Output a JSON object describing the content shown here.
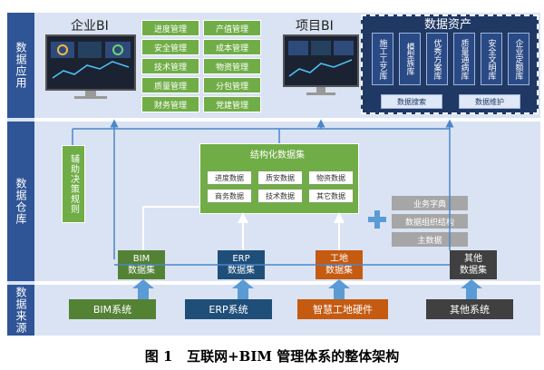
{
  "bands": {
    "application": "数据应用",
    "warehouse": "数据仓库",
    "source": "数据来源"
  },
  "app_layer": {
    "enterprise_bi": "企业BI",
    "enterprise_modules": [
      "进度管理",
      "产值管理",
      "安全管理",
      "成本管理",
      "技术管理",
      "物资管理",
      "质量管理",
      "分包管理",
      "财务管理",
      "党建管理"
    ],
    "project_bi": "项目BI",
    "data_assets": {
      "title": "数据资产",
      "libraries": [
        "施工工艺库",
        "模型族库",
        "优秀方案库",
        "质量通病库",
        "安全文明库",
        "企业定额库"
      ],
      "buttons": [
        "数据搜索",
        "数据维护"
      ]
    }
  },
  "warehouse_layer": {
    "decision_rules": "辅助决策规则",
    "structured_title": "结构化数据集",
    "structured_items": [
      "进度数据",
      "质安数据",
      "物资数据",
      "商务数据",
      "技术数据",
      "其它数据"
    ],
    "unstructured_items": [
      "业务字典",
      "数据组织结构",
      "主数据"
    ],
    "datasets": [
      {
        "line1": "BIM",
        "line2": "数据集",
        "color": "#548235"
      },
      {
        "line1": "ERP",
        "line2": "数据集",
        "color": "#1f4e79"
      },
      {
        "line1": "工地",
        "line2": "数据集",
        "color": "#c55a11"
      },
      {
        "line1": "其他",
        "line2": "数据集",
        "color": "#404040"
      }
    ]
  },
  "source_layer": {
    "systems": [
      {
        "label": "BIM系统",
        "color": "#548235"
      },
      {
        "label": "ERP系统",
        "color": "#1f4e79"
      },
      {
        "label": "智慧工地硬件",
        "color": "#c55a11"
      },
      {
        "label": "其他系统",
        "color": "#404040"
      }
    ]
  },
  "caption": "图 1   互联网+BIM 管理体系的整体架构",
  "colors": {
    "band_dark": "#2f5597",
    "panel": "#dae3f3",
    "green": "#70ad47",
    "arrow": "#4a86c8"
  }
}
